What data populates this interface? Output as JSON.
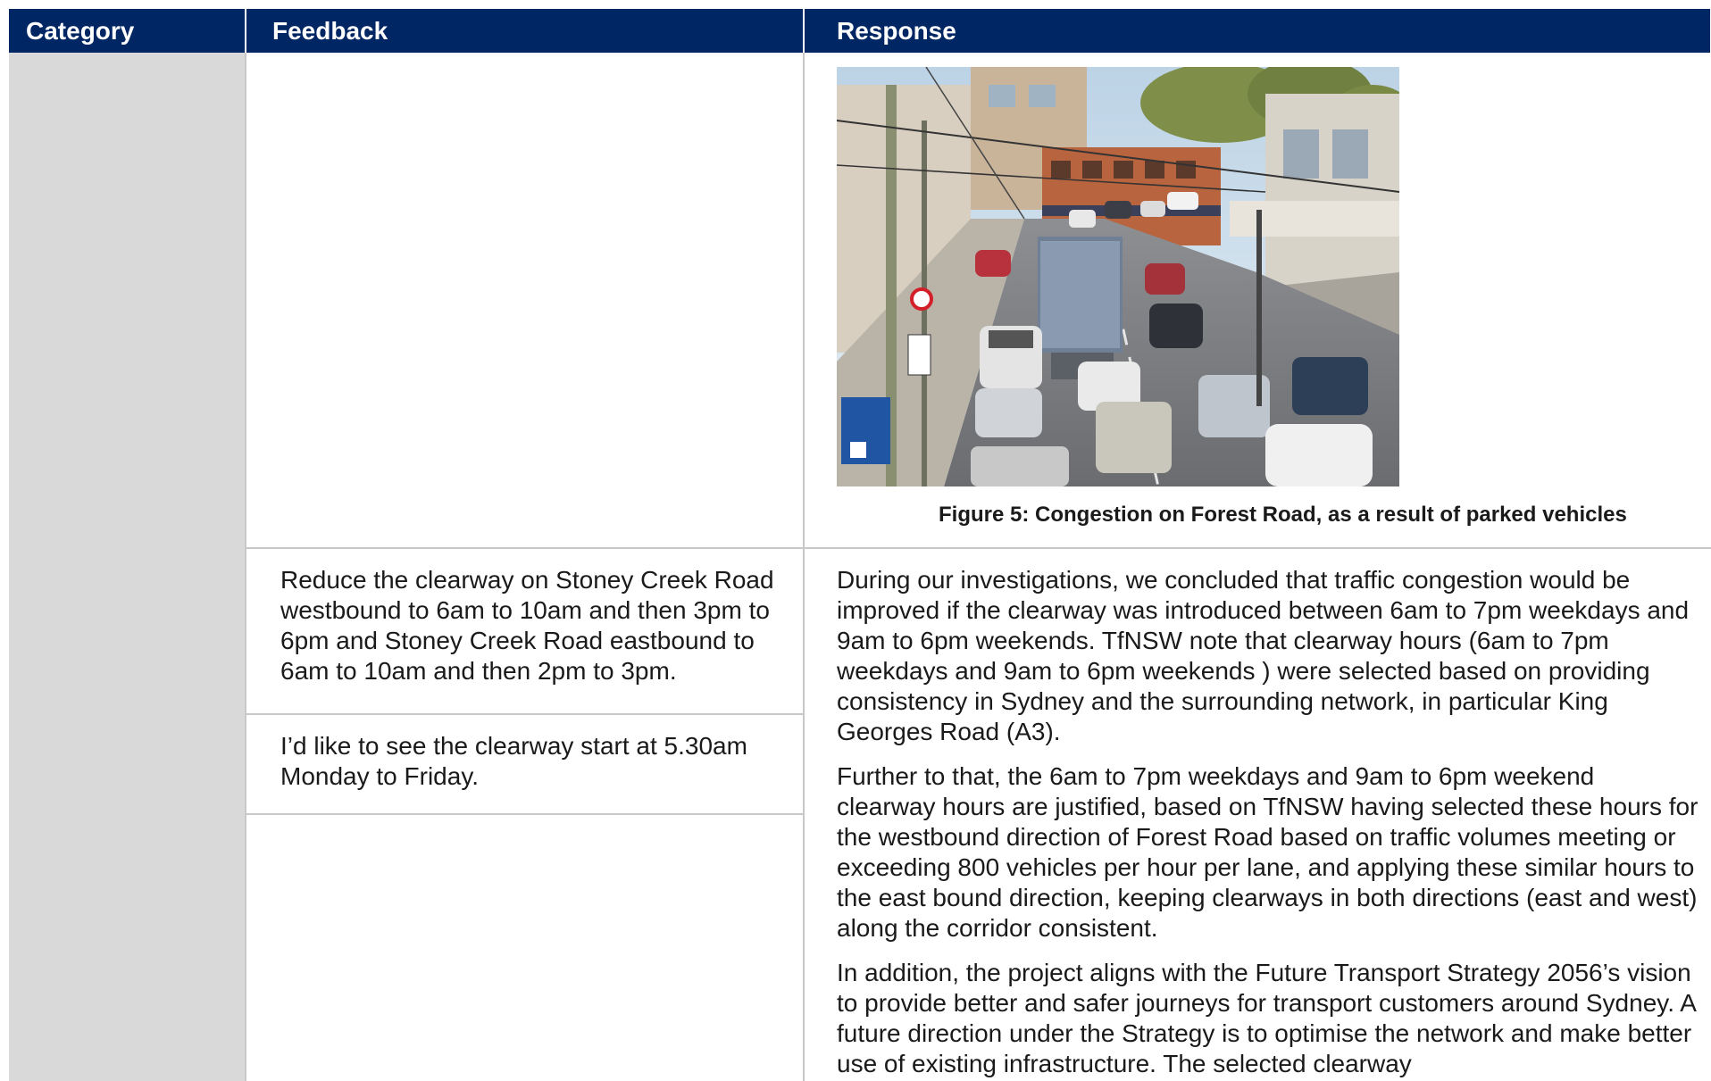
{
  "header": {
    "category": "Category",
    "feedback": "Feedback",
    "response": "Response"
  },
  "figure": {
    "caption": "Figure 5: Congestion on Forest Road, as a result of parked vehicles"
  },
  "feedback_items": [
    "Reduce the clearway on Stoney Creek Road westbound to 6am to 10am and then 3pm to 6pm and Stoney Creek Road eastbound to 6am to 10am and then 2pm to 3pm.",
    "I’d like to see the clearway start at 5.30am Monday to Friday."
  ],
  "response_paragraphs": [
    "During our investigations, we concluded that traffic congestion would be improved if the clearway was introduced between 6am to 7pm weekdays and 9am to 6pm weekends. TfNSW note that clearway hours (6am to 7pm weekdays and 9am to 6pm weekends ) were selected based on providing consistency in Sydney and the surrounding network, in particular King Georges Road (A3).",
    "Further to that, the 6am to 7pm weekdays and 9am to 6pm weekend clearway hours are justified, based on TfNSW having selected these hours for the westbound direction of Forest Road based on traffic volumes meeting or exceeding 800 vehicles per hour per lane, and applying these similar hours to the east bound direction, keeping clearways in both directions (east and west) along the corridor consistent.",
    "In addition, the project aligns with the Future Transport Strategy 2056’s vision to provide better and safer journeys for transport customers around Sydney. A future direction under the Strategy is to optimise the network and make better use of existing infrastructure. The selected clearway"
  ],
  "colors": {
    "header_bg": "#002664",
    "category_bg": "#d9d9d9"
  }
}
